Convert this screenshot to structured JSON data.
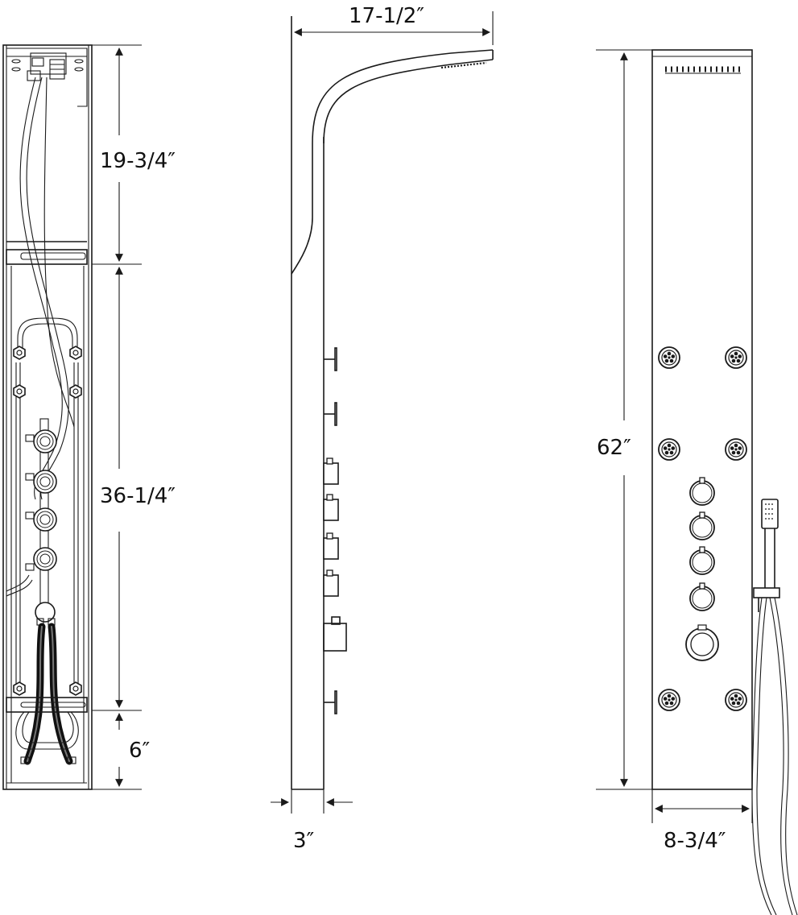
{
  "dimensions": {
    "top_section": "19-3/4″",
    "middle_section": "36-1/4″",
    "bottom_section": "6″",
    "showerhead_reach": "17-1/2″",
    "panel_depth": "3″",
    "panel_height": "62″",
    "panel_width": "8-3/4″"
  }
}
